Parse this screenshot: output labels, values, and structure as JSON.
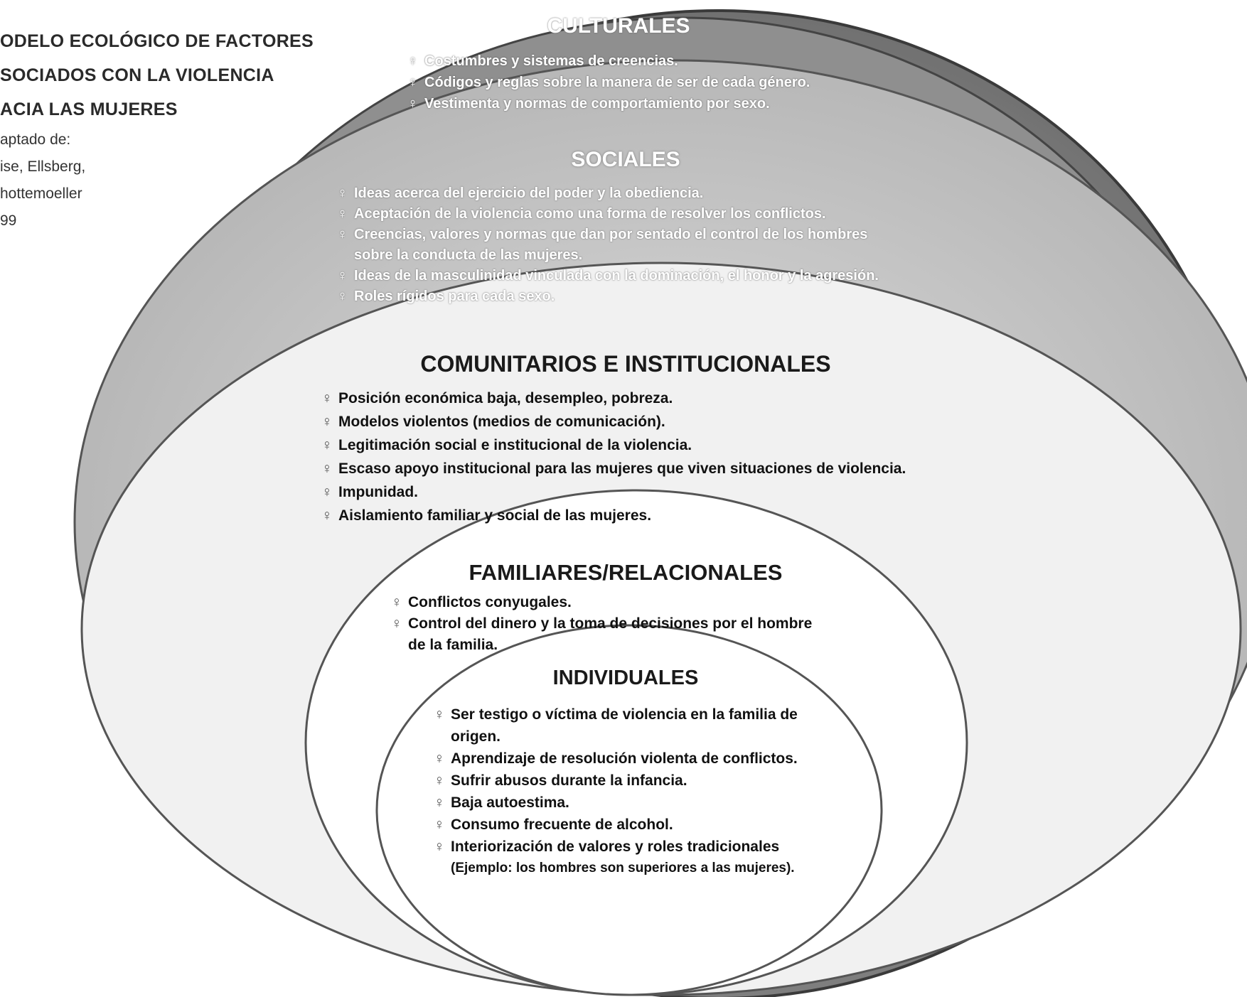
{
  "side": {
    "title_lines": [
      "ODELO ECOLÓGICO DE FACTORES",
      "SOCIADOS CON LA VIOLENCIA",
      "ACIA LAS MUJERES"
    ],
    "source_lines": [
      "aptado de:",
      "ise, Ellsberg,",
      "hottemoeller",
      "99"
    ]
  },
  "bullet_glyph": "♀",
  "colors": {
    "ring_outer": "#7a7a7a",
    "ring_culturales": "#8e8e8e",
    "ring_sociales": "#c8c8c8",
    "ring_comunitarios": "#f2f2f2",
    "ring_familiares": "#ffffff",
    "ring_individuales": "#ffffff"
  },
  "levels": {
    "culturales": {
      "title": "CULTURALES",
      "items": [
        "Costumbres y sistemas de creencias.",
        "Códigos y reglas sobre la manera de ser de cada género.",
        "Vestimenta y normas de comportamiento por sexo."
      ]
    },
    "sociales": {
      "title": "SOCIALES",
      "items": [
        "Ideas acerca del ejercicio del poder y la obediencia.",
        "Aceptación de la violencia como una forma de resolver los conflictos.",
        "Creencias, valores y normas que dan por sentado el control de los hombres",
        "Ideas de la masculinidad vinculada con la dominación, el honor y la agresión.",
        "Roles rígidos para cada sexo."
      ],
      "item3_continuation": "sobre la conducta de las mujeres."
    },
    "comunitarios": {
      "title": "COMUNITARIOS E INSTITUCIONALES",
      "items": [
        "Posición económica baja, desempleo, pobreza.",
        "Modelos violentos (medios de comunicación).",
        "Legitimación social e institucional de la violencia.",
        "Escaso apoyo institucional para las mujeres que viven situaciones de violencia.",
        "Impunidad.",
        "Aislamiento familiar y social de las mujeres."
      ]
    },
    "familiares": {
      "title": "FAMILIARES/RELACIONALES",
      "items": [
        "Conflictos conyugales.",
        "Control del dinero y la toma de decisiones por el hombre"
      ],
      "item2_continuation": "de la familia."
    },
    "individuales": {
      "title": "INDIVIDUALES",
      "items": [
        "Ser testigo o víctima de violencia en la familia de origen.",
        "Aprendizaje de resolución violenta de conflictos.",
        "Sufrir abusos durante la infancia.",
        "Baja autoestima.",
        "Consumo frecuente de alcohol.",
        "Interiorización de valores y roles tradicionales"
      ],
      "example": "(Ejemplo: los hombres son superiores a las mujeres)."
    }
  }
}
